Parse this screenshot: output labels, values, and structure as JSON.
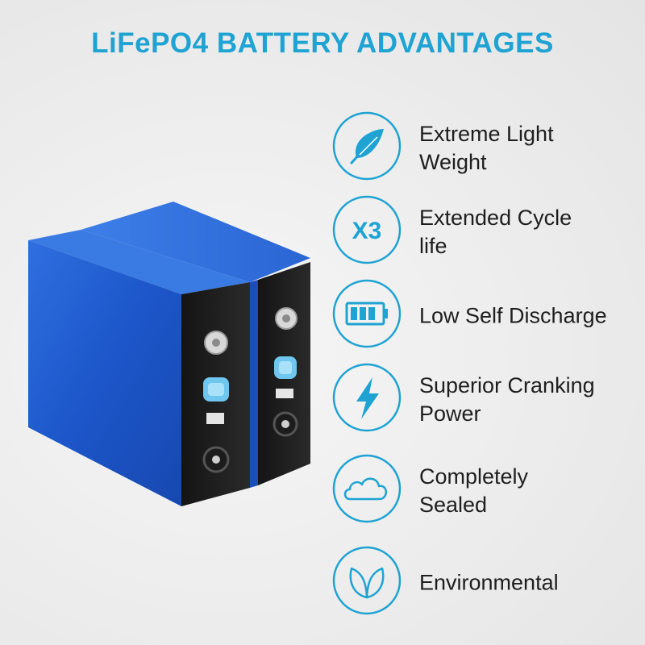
{
  "title": "LiFePO4 BATTERY ADVANTAGES",
  "accent_color": "#1ea3d3",
  "features": [
    {
      "icon": "feather-icon",
      "label_line1": "Extreme Light",
      "label_line2": "Weight"
    },
    {
      "icon": "x3-icon",
      "icon_text": "X3",
      "label_line1": "Extended Cycle",
      "label_line2": "life"
    },
    {
      "icon": "battery-icon",
      "label_line1": "Low Self Discharge",
      "label_line2": ""
    },
    {
      "icon": "lightning-icon",
      "label_line1": "Superior Cranking",
      "label_line2": "Power"
    },
    {
      "icon": "cloud-icon",
      "label_line1": "Completely",
      "label_line2": "Sealed"
    },
    {
      "icon": "leaf-icon",
      "label_line1": "Environmental",
      "label_line2": ""
    }
  ]
}
